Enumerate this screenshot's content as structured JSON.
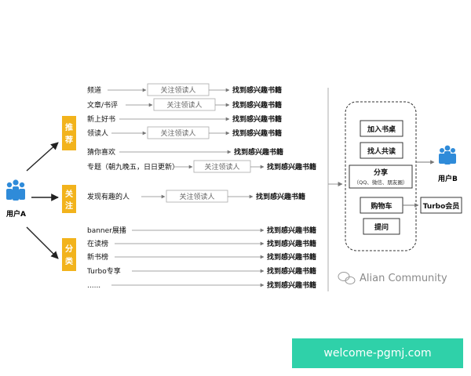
{
  "colors": {
    "accent": "#F2B31C",
    "user_icon": "#2F8BD9",
    "banner": "#2FD1A9"
  },
  "user_a": {
    "label": "用户A",
    "icon": "users-icon"
  },
  "user_b": {
    "label": "用户B",
    "icon": "users-icon"
  },
  "categories": [
    {
      "chars": [
        "推",
        "荐"
      ]
    },
    {
      "chars": [
        "关",
        "注"
      ]
    },
    {
      "chars": [
        "分",
        "类"
      ]
    }
  ],
  "recommend_rows": [
    {
      "source": "频道",
      "middle": "关注领读人",
      "target": "找到感兴趣书籍"
    },
    {
      "source": "文章/书评",
      "middle": "关注领读人",
      "target": "找到感兴趣书籍"
    },
    {
      "source": "新上好书",
      "middle": "",
      "target": "找到感兴趣书籍"
    },
    {
      "source": "领读人",
      "middle": "关注领读人",
      "target": "找到感兴趣书籍"
    },
    {
      "source": "猜你喜欢",
      "middle": "",
      "target": "找到感兴趣书籍"
    },
    {
      "source": "专题（朝九晚五，日日更新）",
      "middle": "关注领读人",
      "target": "找到感兴趣书籍"
    }
  ],
  "follow_rows": [
    {
      "source": "发现有趣的人",
      "middle": "关注领读人",
      "target": "找到感兴趣书籍"
    }
  ],
  "category_rows": [
    {
      "source": "banner展播",
      "target": "找到感兴趣书籍"
    },
    {
      "source": "在读榜",
      "target": "找到感兴趣书籍"
    },
    {
      "source": "新书榜",
      "target": "找到感兴趣书籍"
    },
    {
      "source": "Turbo专享",
      "target": "找到感兴趣书籍"
    },
    {
      "source": "......",
      "target": "找到感兴趣书籍"
    }
  ],
  "actions": [
    {
      "label": "加入书桌"
    },
    {
      "label": "找人共读"
    },
    {
      "label": "分享",
      "sub": "（QQ、微信、朋友圈）"
    },
    {
      "label": "购物车"
    },
    {
      "label": "提问"
    }
  ],
  "turbo_member": "Turbo会员",
  "watermark": {
    "text": "Alian Community",
    "icon": "wechat-icon"
  },
  "banner": {
    "text": "welcome-pgmj.com"
  }
}
